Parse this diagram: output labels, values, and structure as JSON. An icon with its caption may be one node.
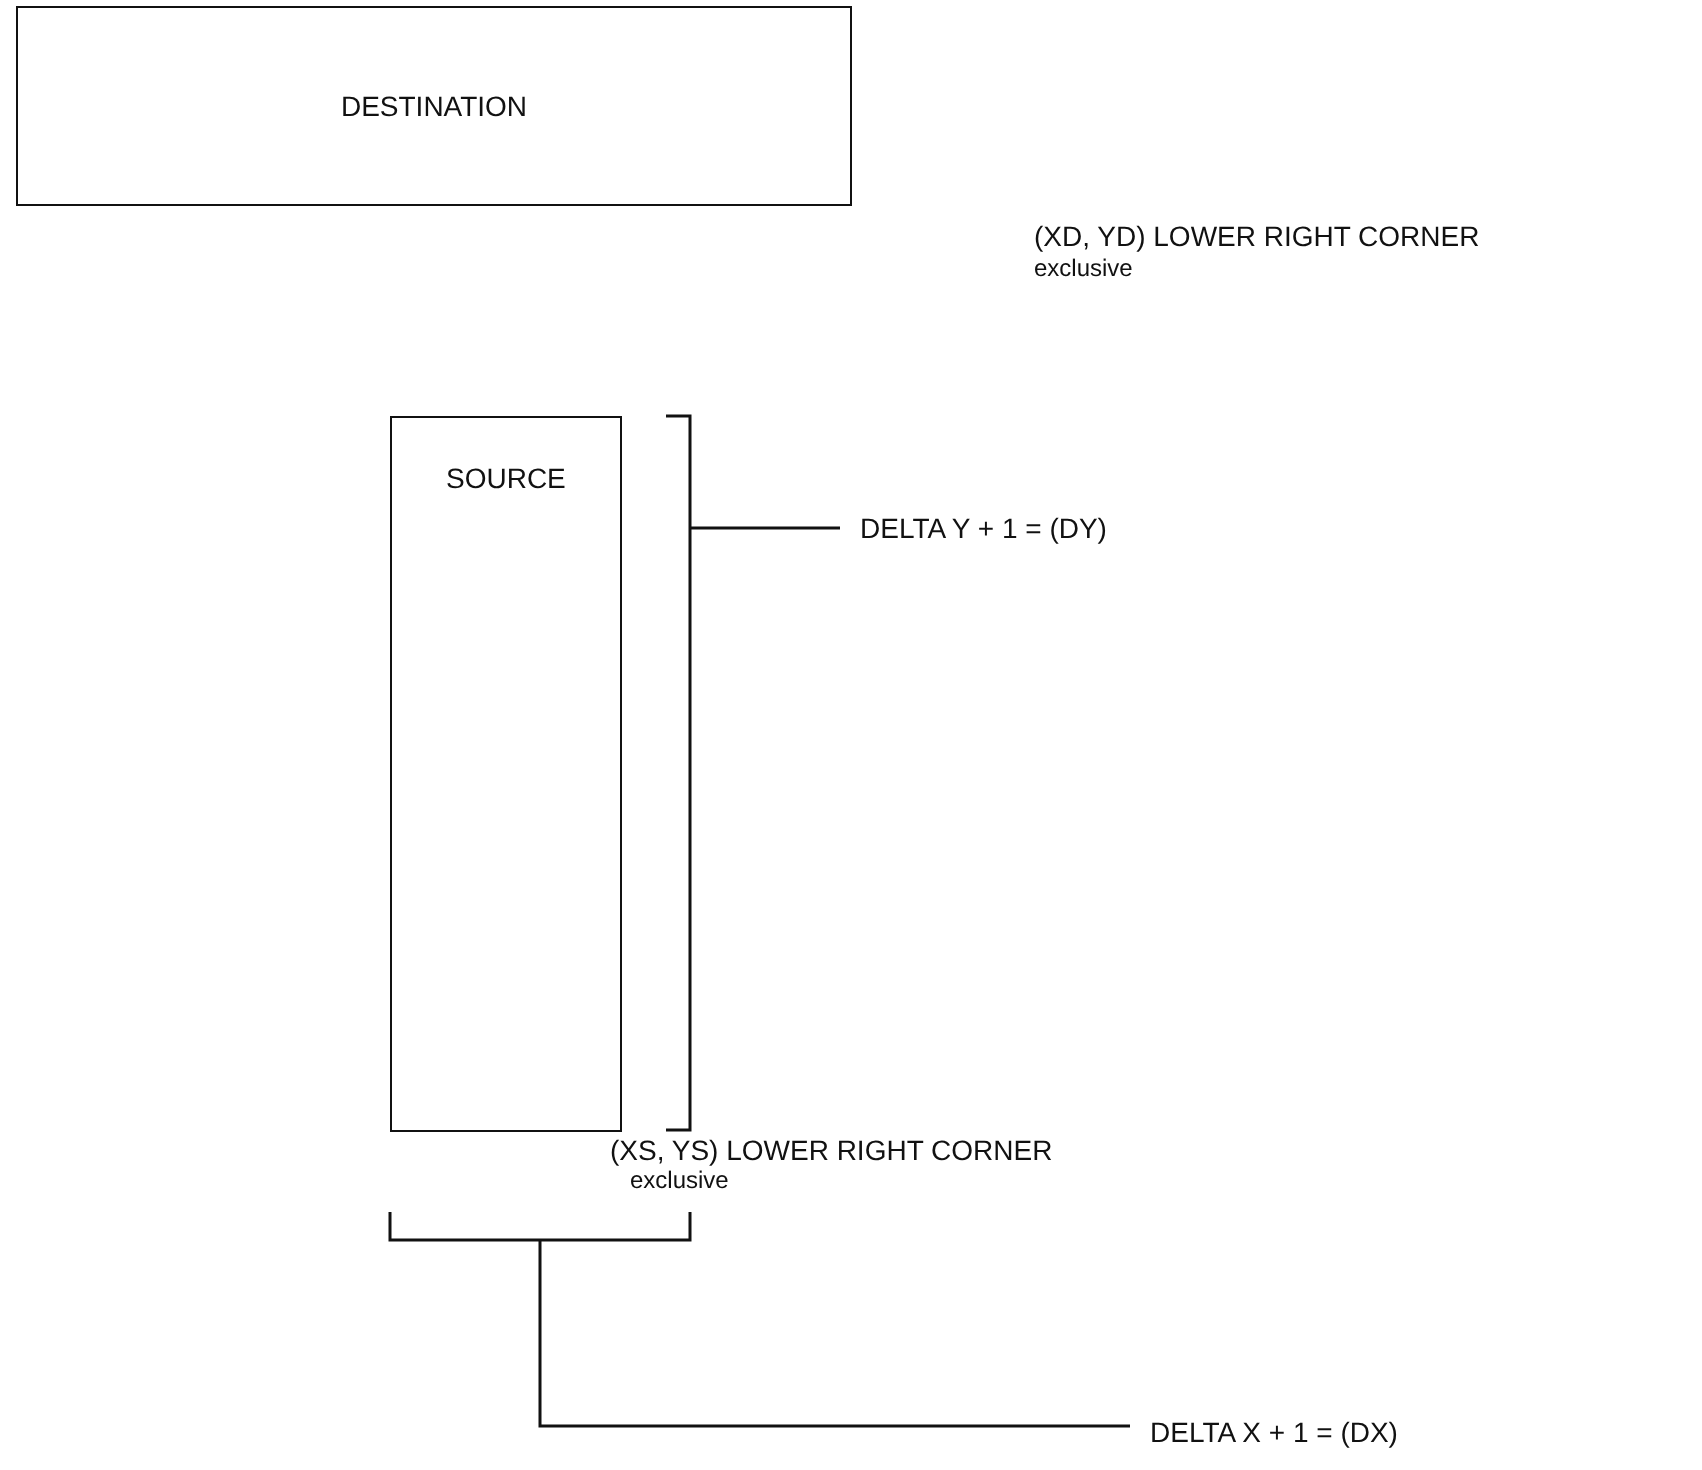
{
  "diagram": {
    "nodes": [
      {
        "text": [
          "DESTINATION"
        ],
        "beside": [
          "(XD, YD) LOWER RIGHT CORNER",
          "exclusive"
        ]
      },
      {
        "text": [
          "SOURCE"
        ],
        "beside": [
          "(XS, YS) LOWER RIGHT CORNER",
          "exclusive"
        ]
      }
    ],
    "labels": [
      "DELTA Y + 1 = (DY)",
      "DELTA X + 1 = (DX)"
    ]
  }
}
